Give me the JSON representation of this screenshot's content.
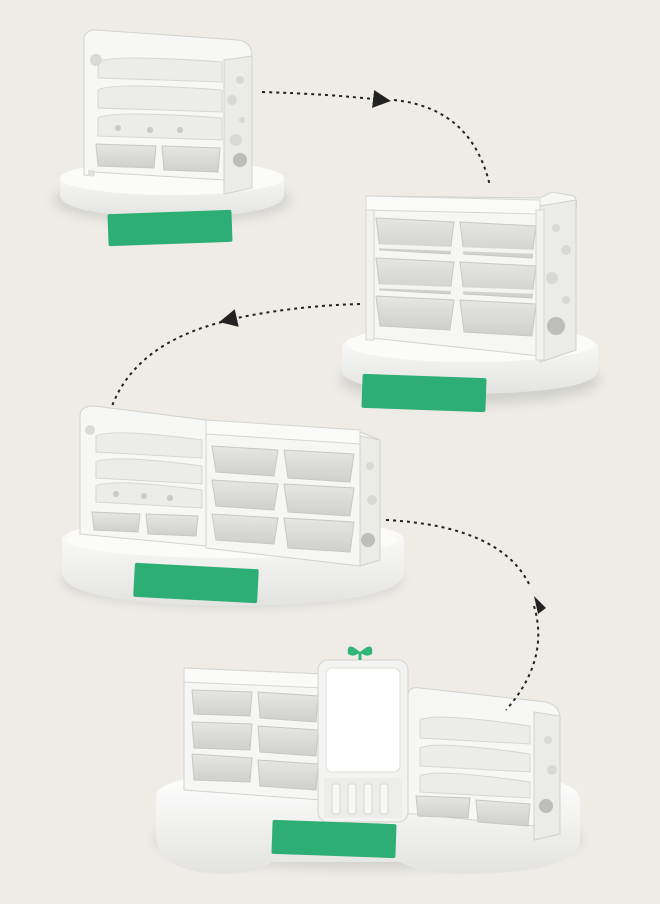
{
  "scene": {
    "background": "#efece8",
    "plastic": "#f7f7f5",
    "plastic_shadow": "#d6d6d2",
    "bin": "#d9d9d7",
    "badge_color": "#2dae74",
    "sprout_color": "#30b477",
    "arrow_color": "#222222"
  },
  "steps": [
    {
      "name": "bookshelf-unit"
    },
    {
      "name": "toy-bin-organizer"
    },
    {
      "name": "combo-bookshelf-organizer"
    },
    {
      "name": "full-set-with-easel"
    }
  ]
}
